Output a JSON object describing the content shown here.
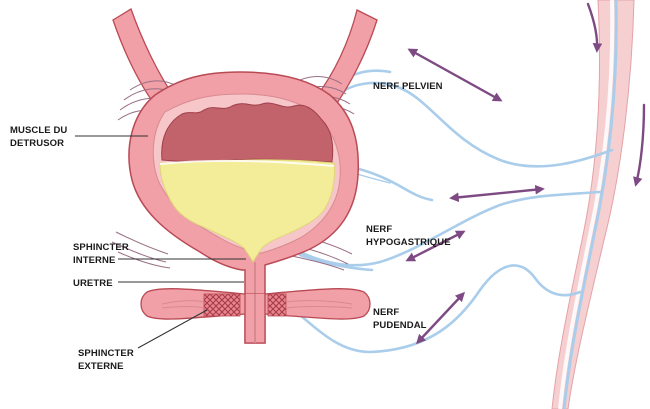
{
  "labels": {
    "detrusor_line1": "MUSCLE DU",
    "detrusor_line2": "DETRUSOR",
    "sph_int_line1": "SPHINCTER",
    "sph_int_line2": "INTERNE",
    "uretre": "URETRE",
    "sph_ext_line1": "SPHINCTER",
    "sph_ext_line2": "EXTERNE",
    "pelvien": "NERF PELVIEN",
    "hypo_line1": "NERF",
    "hypo_line2": "HYPOGASTRIQUE",
    "pudendal_line1": "NERF",
    "pudendal_line2": "PUDENDAL"
  },
  "colors": {
    "bladder_wall": "#f0a0a6",
    "bladder_outline": "#b94a55",
    "lining": "#f6c6c8",
    "mucosa_dark": "#c2636c",
    "urine": "#f3ec98",
    "nerve": "#a9cdea",
    "arrow": "#7e4a83",
    "spine": "#f3c4c6",
    "muscle_tension": "#9a6f86"
  }
}
